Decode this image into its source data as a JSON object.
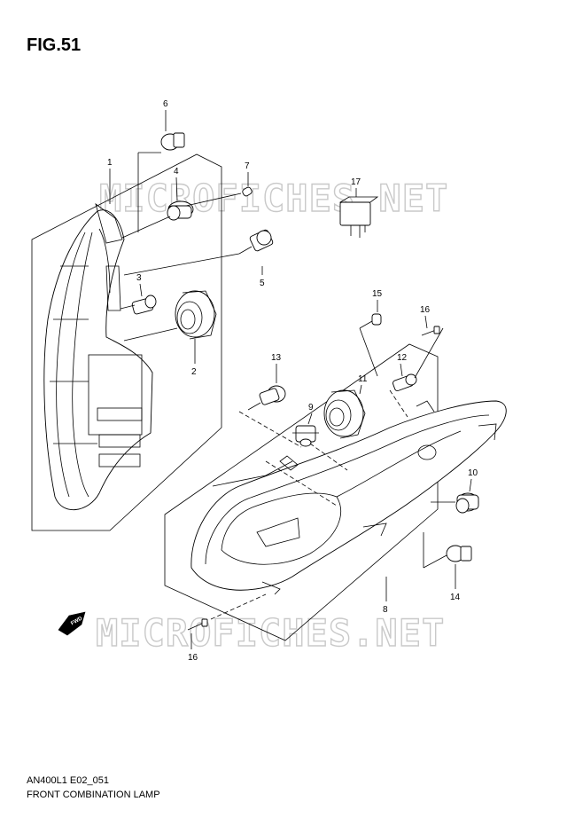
{
  "figure": {
    "title": "FIG.51"
  },
  "footer": {
    "code": "AN400L1 E02_051",
    "caption": "FRONT COMBINATION LAMP"
  },
  "watermark": {
    "text": "MICROFICHES.NET"
  },
  "direction": {
    "label": "FWD"
  },
  "callouts": [
    "1",
    "2",
    "3",
    "4",
    "5",
    "6",
    "7",
    "8",
    "9",
    "10",
    "11",
    "12",
    "13",
    "14",
    "15",
    "16",
    "16",
    "17"
  ]
}
